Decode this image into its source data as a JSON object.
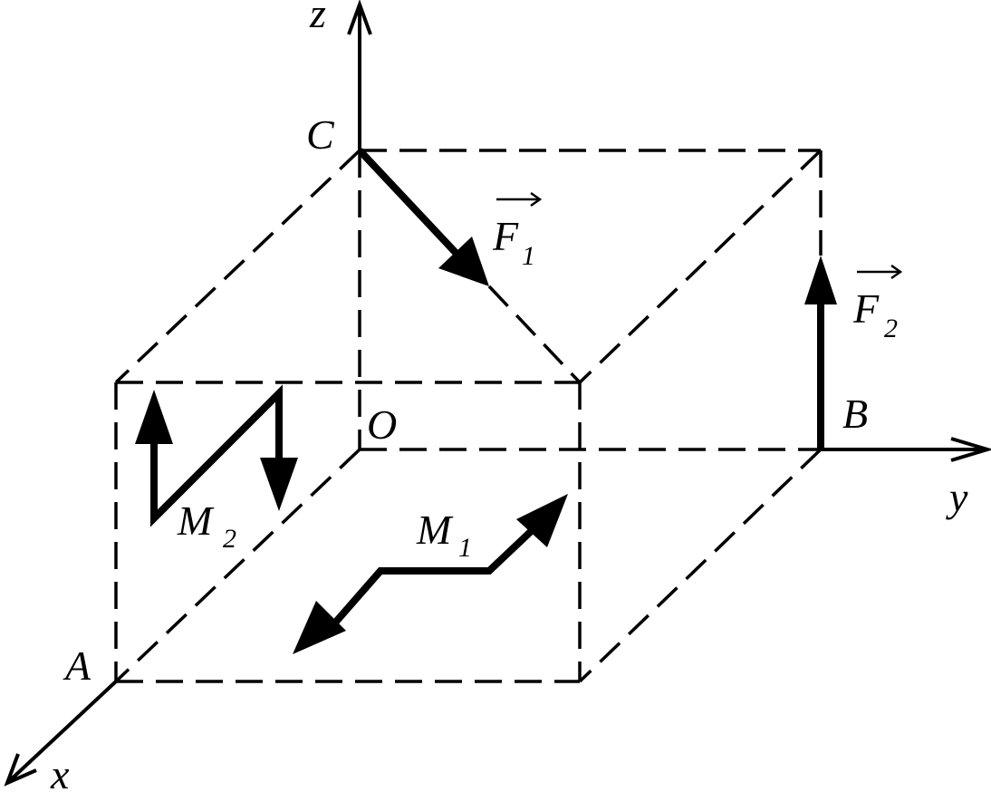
{
  "labels": {
    "z": "z",
    "y": "y",
    "x": "x",
    "C": "C",
    "O": "O",
    "A": "A",
    "B": "B",
    "F1": {
      "main": "F",
      "sub": "1"
    },
    "F2": {
      "main": "F",
      "sub": "2"
    },
    "M1": {
      "main": "M",
      "sub": "1"
    },
    "M2": {
      "main": "M",
      "sub": "2"
    }
  },
  "colors": {
    "ink": "#000000",
    "background": "#ffffff"
  }
}
